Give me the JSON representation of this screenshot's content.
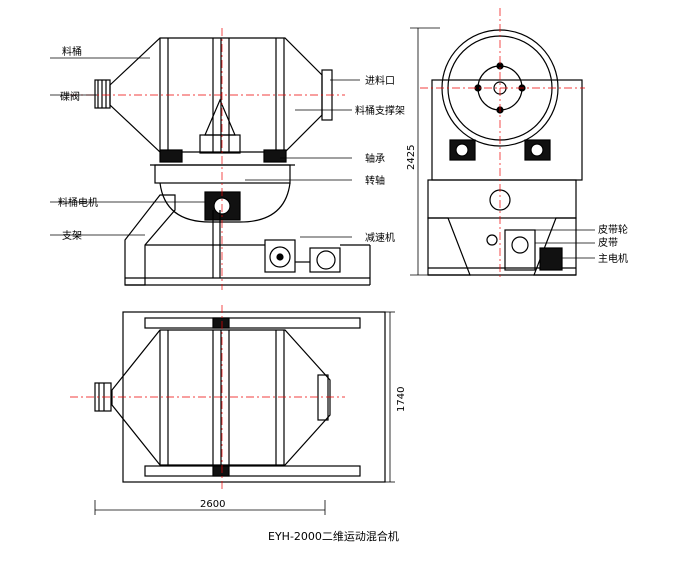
{
  "labels": {
    "barrel": "料桶",
    "butterfly_valve": "碟阀",
    "inlet": "进料口",
    "barrel_support": "料桶支撑架",
    "bearing": "轴承",
    "rotating_shaft": "转轴",
    "barrel_motor": "料桶电机",
    "stand": "支架",
    "reducer": "减速机",
    "pulley": "皮带轮",
    "belt": "皮带",
    "main_motor": "主电机"
  },
  "dimensions": {
    "height": "2425",
    "depth": "1740",
    "width": "2600"
  },
  "caption": "EYH-2000二维运动混合机"
}
